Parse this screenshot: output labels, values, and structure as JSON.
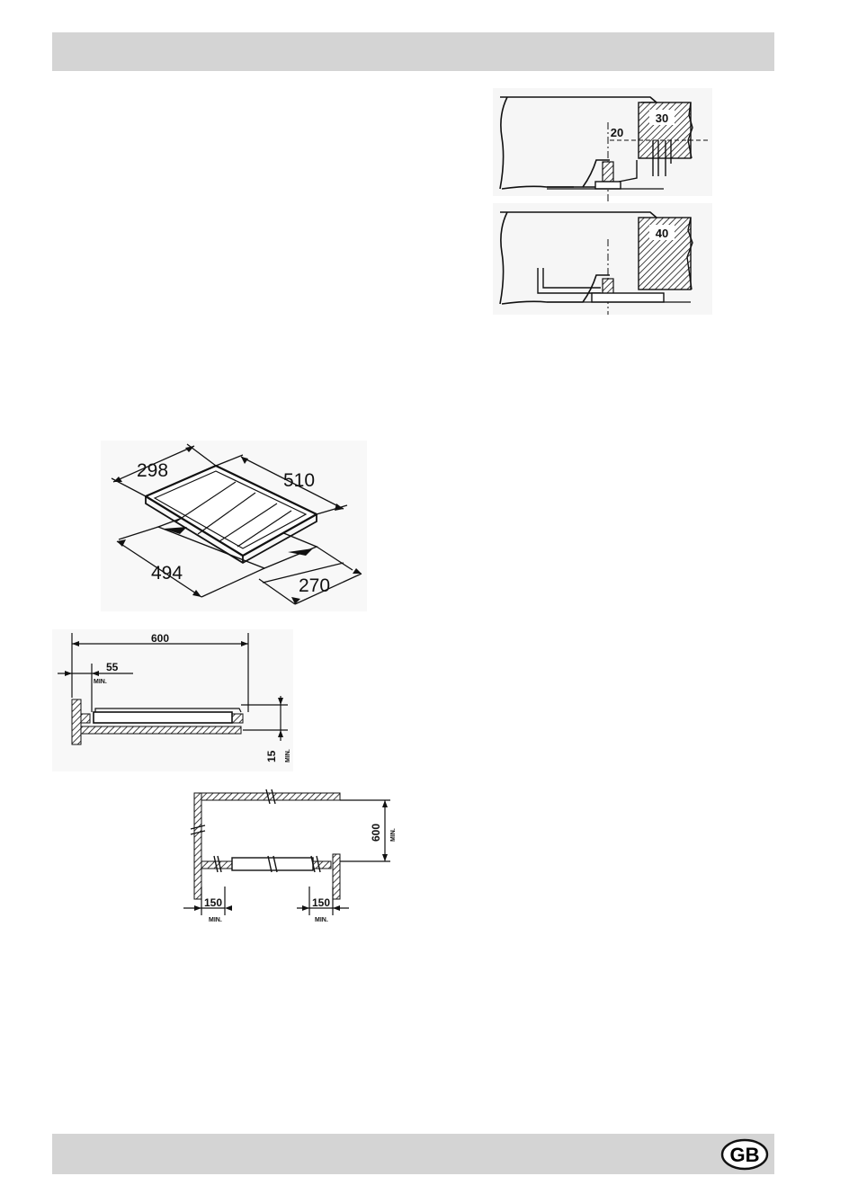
{
  "badge": {
    "label": "GB"
  },
  "fixing_diagram": {
    "upper_thickness": "30",
    "upper_offset": "20",
    "lower_thickness": "40"
  },
  "hob_dimensions": {
    "depth": "298",
    "width": "510",
    "cutout_width": "494",
    "cutout_depth": "270"
  },
  "side_clearance": {
    "distance": "600",
    "back_min": "55",
    "back_min_unit": "MIN.",
    "under_min": "15",
    "under_min_unit": "MIN."
  },
  "front_clearance": {
    "height": "600",
    "height_unit": "MIN.",
    "left_min": "150",
    "left_min_unit": "MIN.",
    "right_min": "150",
    "right_min_unit": "MIN."
  }
}
